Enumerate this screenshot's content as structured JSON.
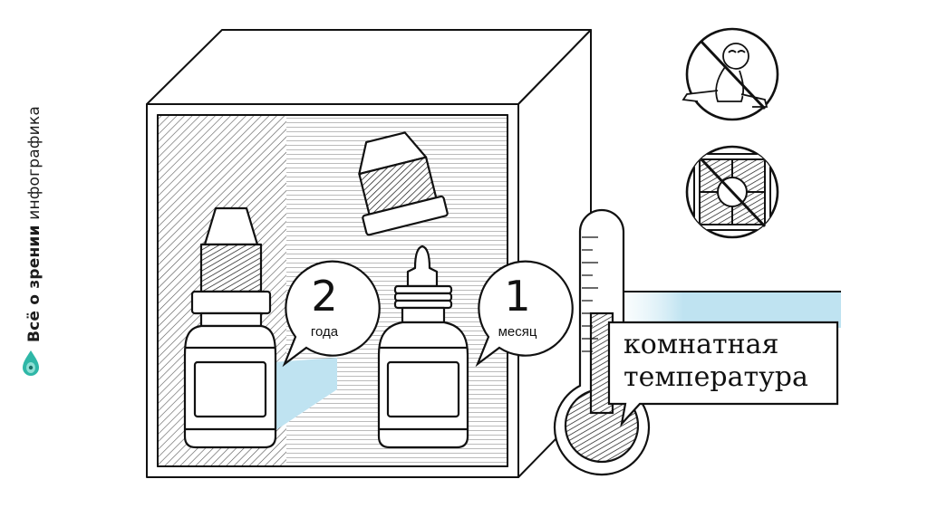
{
  "brand": {
    "name_bold": "Всё о зрении",
    "name_light": "инфографика",
    "logo_icon": "eye-drop-logo-icon",
    "accent": "#2fb7a7"
  },
  "bottles": [
    {
      "number": "2",
      "unit": "года"
    },
    {
      "number": "1",
      "unit": "месяц"
    }
  ],
  "thermometer": {
    "label_line1": "комнатная",
    "label_line2": "температура",
    "icon": "thermometer-icon"
  },
  "warnings": [
    {
      "icon": "no-children-icon"
    },
    {
      "icon": "no-sunlight-icon"
    }
  ],
  "colors": {
    "line": "#111111",
    "shadow_blue": "#bfe3f1",
    "box_fill": "#ffffff"
  }
}
